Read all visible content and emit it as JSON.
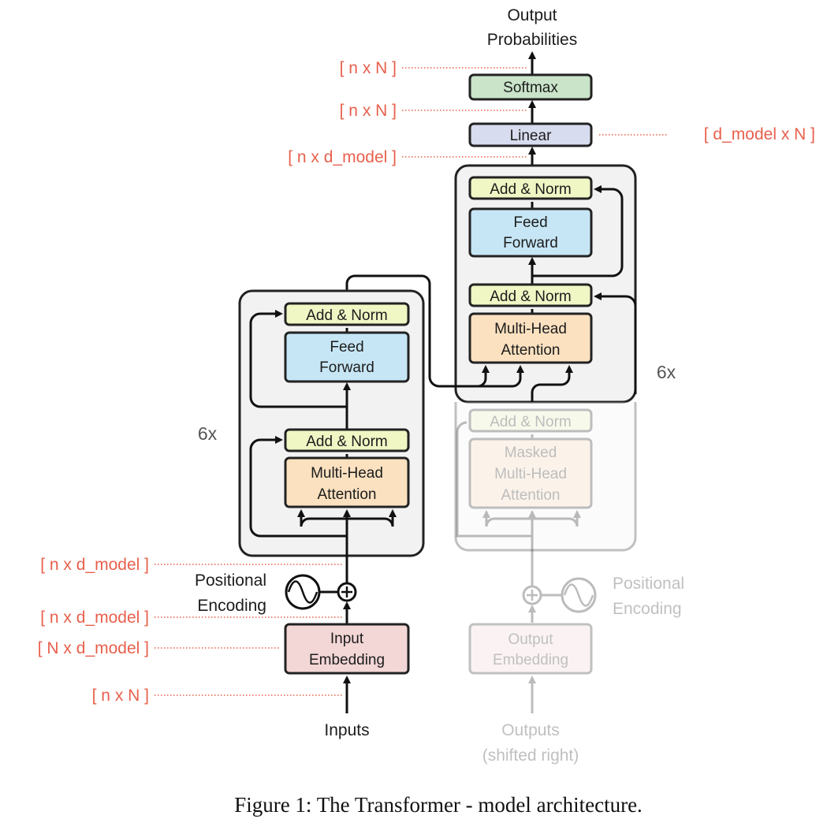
{
  "output": {
    "line1": "Output",
    "line2": "Probabilities"
  },
  "decoder_top": {
    "softmax": "Softmax",
    "linear": "Linear",
    "add_norm_1": "Add & Norm",
    "feed_forward_1": "Feed",
    "feed_forward_2": "Forward",
    "add_norm_2": "Add & Norm",
    "mha_1": "Multi-Head",
    "mha_2": "Attention",
    "repeat": "6x"
  },
  "decoder_bottom": {
    "add_norm": "Add & Norm",
    "masked_1": "Masked",
    "masked_2": "Multi-Head",
    "masked_3": "Attention",
    "pos_enc_1": "Positional",
    "pos_enc_2": "Encoding",
    "embedding_1": "Output",
    "embedding_2": "Embedding",
    "input_1": "Outputs",
    "input_2": "(shifted right)"
  },
  "encoder": {
    "add_norm_1": "Add & Norm",
    "feed_forward_1": "Feed",
    "feed_forward_2": "Forward",
    "add_norm_2": "Add & Norm",
    "mha_1": "Multi-Head",
    "mha_2": "Attention",
    "repeat": "6x",
    "pos_enc_1": "Positional",
    "pos_enc_2": "Encoding",
    "embedding_1": "Input",
    "embedding_2": "Embedding",
    "input": "Inputs"
  },
  "dimensions": {
    "softmax_out": "[ n x N ]",
    "linear_out": "[ n x N ]",
    "linear_weight": "[ d_model x N ]",
    "decoder_out": "[ n x d_model ]",
    "encoder_in": "[ n x d_model ]",
    "embedding_out": "[ n x d_model ]",
    "embedding_weight": "[ N x d_model ]",
    "tokens_in": "[ n x N ]"
  },
  "caption": "Figure 1: The Transformer - model architecture.",
  "colors": {
    "add_norm": "#f0f6c4",
    "feed_forward": "#c7e6f5",
    "attention": "#fbe1c0",
    "embedding": "#f3d6d6",
    "softmax": "#c9e4c9",
    "linear": "#d8dcef",
    "stack_bg": "#f2f2f3",
    "dimension_text": "#e8604c"
  }
}
